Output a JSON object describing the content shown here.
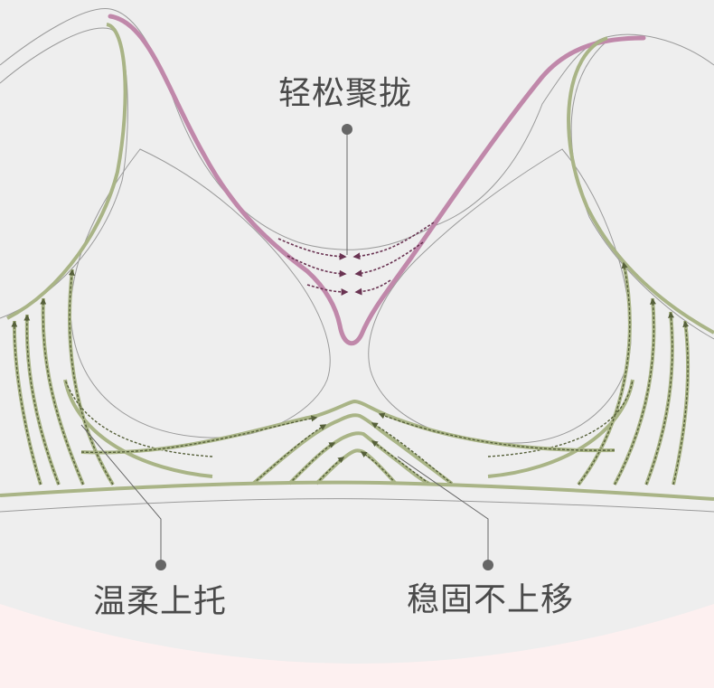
{
  "labels": {
    "push_up": "轻松聚拢",
    "gentle_lift": "温柔上托",
    "stable": "稳固不上移"
  },
  "colors": {
    "background": "#eeeeee",
    "bottom_band": "#fdf0f0",
    "outline": "#9a9a9a",
    "support_green": "#a9b486",
    "arrow_green": "#56603a",
    "push_pink": "#c088aa",
    "arrow_pink": "#6a3352",
    "callout": "#555555",
    "text": "#4a4a4a"
  }
}
